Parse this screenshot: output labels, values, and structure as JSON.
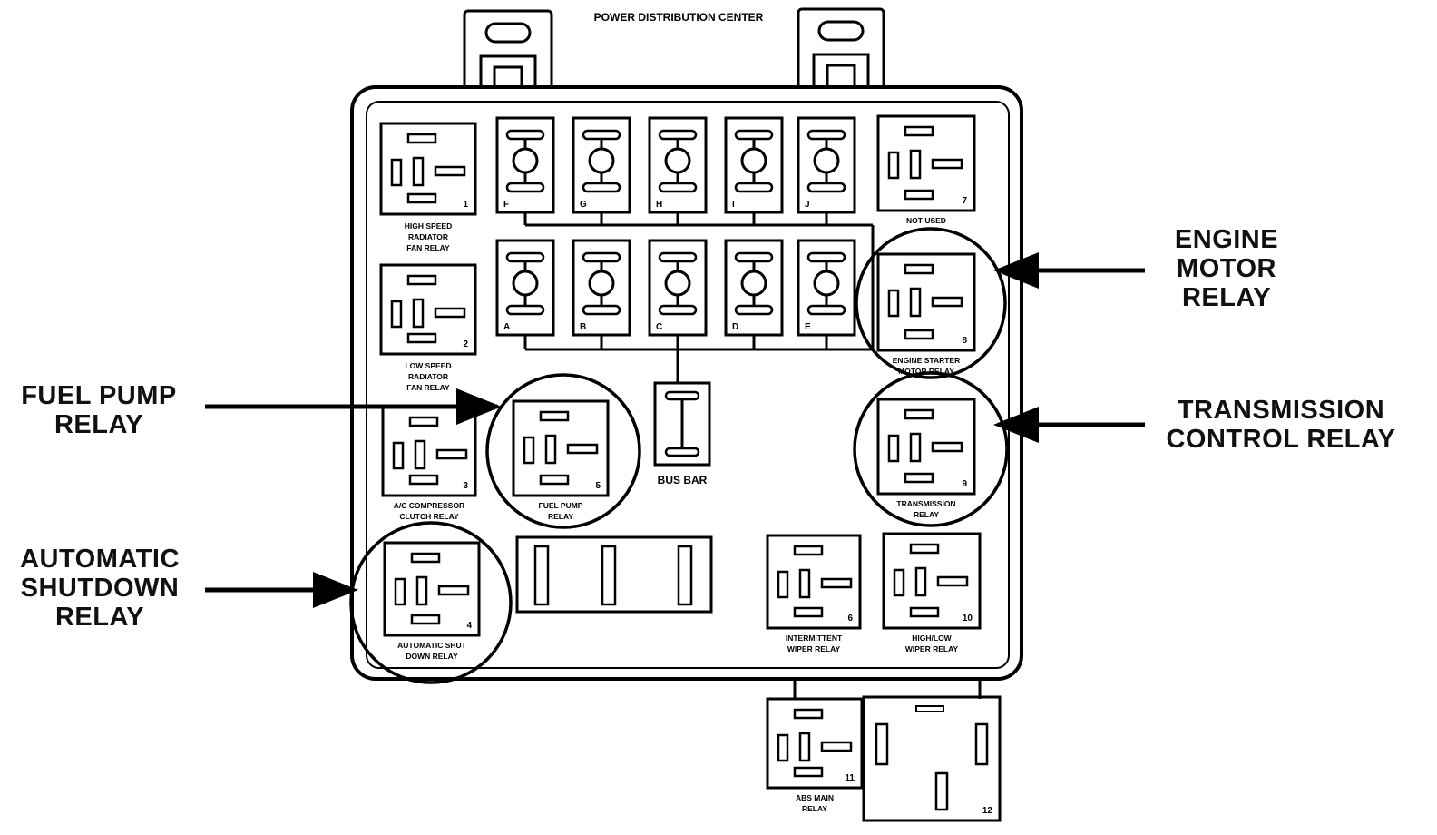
{
  "diagram": {
    "title": "POWER DISTRIBUTION CENTER",
    "bus_bar_label": "BUS BAR",
    "callouts": {
      "engine": [
        "ENGINE",
        "MOTOR",
        "RELAY"
      ],
      "fuel": [
        "FUEL PUMP",
        "RELAY"
      ],
      "transmission": [
        "TRANSMISSION",
        "CONTROL RELAY"
      ],
      "asd": [
        "AUTOMATIC",
        "SHUTDOWN",
        "RELAY"
      ]
    },
    "relays": [
      {
        "number": "1",
        "caption": [
          "HIGH SPEED",
          "RADIATOR",
          "FAN RELAY"
        ]
      },
      {
        "number": "2",
        "caption": [
          "LOW SPEED",
          "RADIATOR",
          "FAN RELAY"
        ]
      },
      {
        "number": "3",
        "caption": [
          "A/C COMPRESSOR",
          "CLUTCH RELAY"
        ]
      },
      {
        "number": "4",
        "caption": [
          "AUTOMATIC SHUT",
          "DOWN RELAY"
        ]
      },
      {
        "number": "5",
        "caption": [
          "FUEL PUMP",
          "RELAY"
        ]
      },
      {
        "number": "6",
        "caption": [
          "INTERMITTENT",
          "WIPER RELAY"
        ]
      },
      {
        "number": "7",
        "caption": [
          "NOT USED"
        ]
      },
      {
        "number": "8",
        "caption": [
          "ENGINE STARTER",
          "MOTOR RELAY"
        ]
      },
      {
        "number": "9",
        "caption": [
          "TRANSMISSION",
          "RELAY"
        ]
      },
      {
        "number": "10",
        "caption": [
          "HIGH/LOW",
          "WIPER RELAY"
        ]
      },
      {
        "number": "11",
        "caption": [
          "ABS MAIN",
          "RELAY"
        ]
      },
      {
        "number": "12",
        "caption": []
      }
    ],
    "fuses_top": [
      "F",
      "G",
      "H",
      "I",
      "J"
    ],
    "fuses_bottom": [
      "A",
      "B",
      "C",
      "D",
      "E"
    ]
  }
}
